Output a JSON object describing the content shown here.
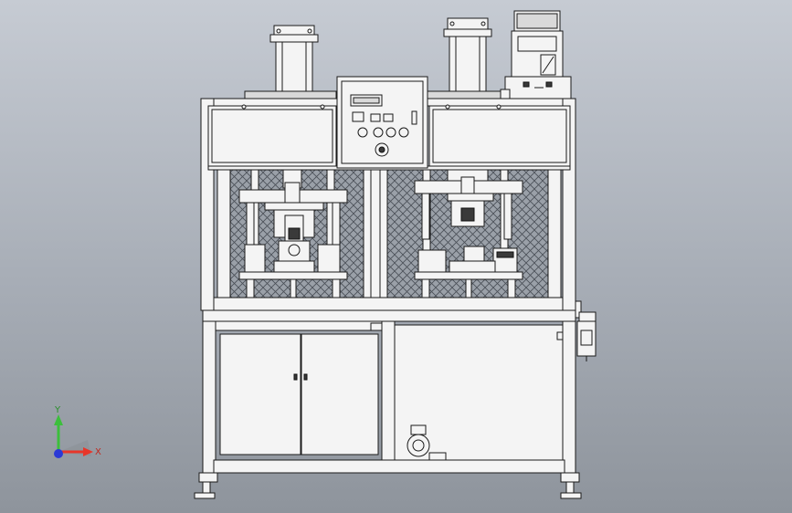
{
  "triad": {
    "x_label": "X",
    "y_label": "Y",
    "x_color": "#e8362a",
    "y_color": "#3cbf3c",
    "z_color": "#2b39d6"
  },
  "colors": {
    "background_top": "#c6cbd3",
    "background_bottom": "#8e949c",
    "line": "#1a1a1a",
    "panel_fill": "#f4f4f4",
    "mesh": "#6a6f78"
  },
  "parts": {
    "left_cylinder": "cylinder",
    "right_cylinder": "cylinder",
    "control_box": "control-box",
    "controller_unit": "controller",
    "left_press": "press-station",
    "right_press": "press-station",
    "cabinet_doors": "cabinet",
    "pump": "pump",
    "side_valve": "valve"
  }
}
